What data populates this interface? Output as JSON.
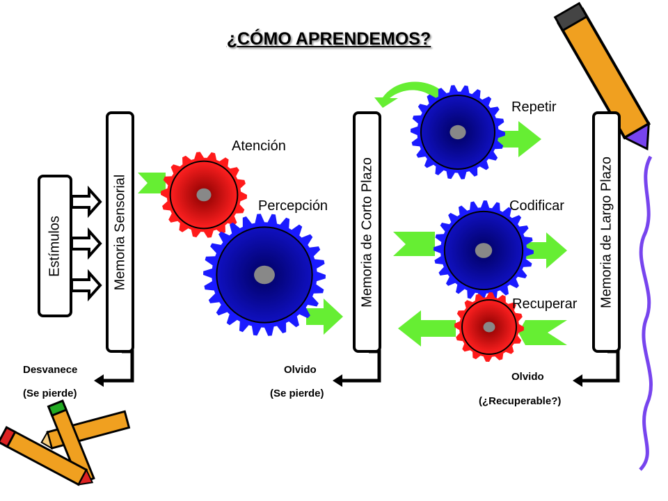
{
  "title": "¿CÓMO APRENDEMOS?",
  "boxes": {
    "stimuli": "Estímulos",
    "sensory": "Memoria Sensorial",
    "short_term": "Memoria de Corto Plazo",
    "long_term": "Memoria de Largo Plazo"
  },
  "processes": {
    "attention": "Atención",
    "perception": "Percepción",
    "repeat": "Repetir",
    "encode": "Codificar",
    "retrieve": "Recuperar"
  },
  "outcomes": {
    "sensory_title": "Desvanece",
    "sensory_note": "(Se pierde)",
    "short_title": "Olvido",
    "short_note": "(Se pierde)",
    "long_title": "Olvido",
    "long_note": "(¿Recuperable?)"
  },
  "colors": {
    "red_gear": "#ff1a1a",
    "blue_gear": "#1a1aff",
    "arrow_green": "#66ee33",
    "line_purple": "#7744ee",
    "pencil_orange": "#f0a020"
  }
}
